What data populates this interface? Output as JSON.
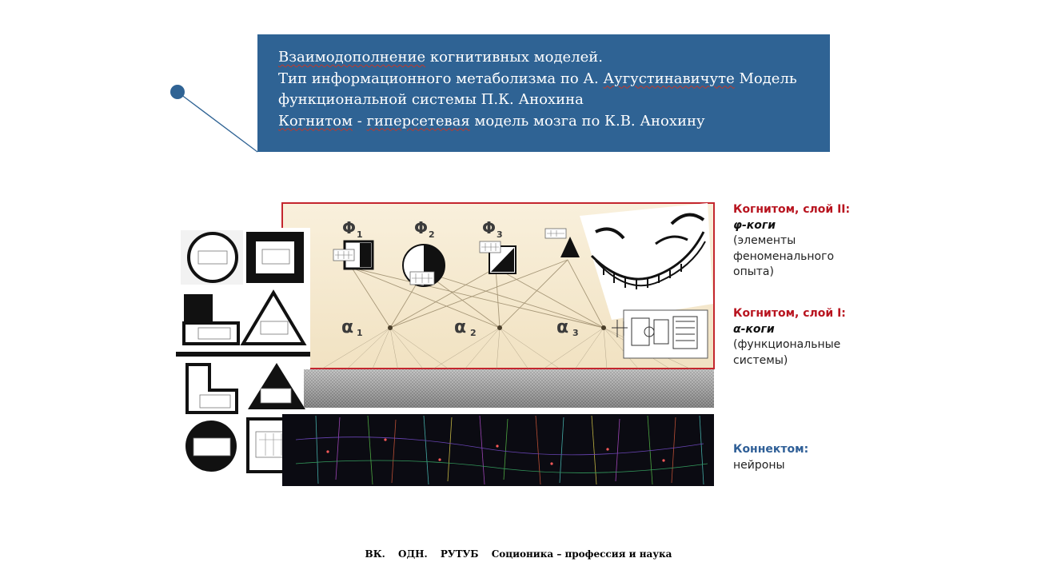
{
  "title": {
    "line1_a": "Взаимодополнение",
    "line1_b": " когнитивных моделей.",
    "line2_a": "Тип информационного метаболизма по А. ",
    "line2_b": "Аугустинавичуте",
    "line2_c": " Модель",
    "line3": "функциональной системы П.К. Анохина",
    "line4_a": "Когнитом",
    "line4_b": " - ",
    "line4_c": "гиперсетевая",
    "line4_d": " модель мозга по К.В. Анохину"
  },
  "diagram": {
    "phi_labels": [
      "Φ",
      "Φ",
      "Φ"
    ],
    "phi_subs": [
      "1",
      "2",
      "3"
    ],
    "alpha_labels": [
      "α",
      "α",
      "α"
    ],
    "alpha_subs": [
      "1",
      "2",
      "3"
    ]
  },
  "legend": {
    "layer2_head": "Когнитом, слой II:",
    "layer2_sub": "φ-коги",
    "layer2_t1": "(элементы",
    "layer2_t2": "феноменального",
    "layer2_t3": "опыта)",
    "layer1_head": "Когнитом, слой I:",
    "layer1_sub": "α-коги",
    "layer1_t1": "(функциональные",
    "layer1_t2": "системы)",
    "connectome_head": "Коннектом:",
    "connectome_t1": "нейроны"
  },
  "footer": {
    "vk": "ВК.",
    "odn": "ОДН.",
    "rutube": "РУТУБ",
    "channel": "Соционика – профессия и наука"
  },
  "colors": {
    "title_bg": "#2f6394",
    "accent_red": "#b8141f",
    "accent_blue": "#2f5f97",
    "panel_bg": "#f7ecd4"
  }
}
